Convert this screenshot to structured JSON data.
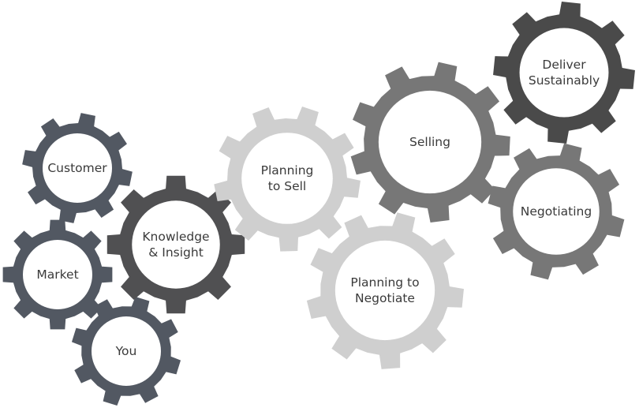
{
  "gears": [
    {
      "id": "customer",
      "lines": [
        "Customer"
      ],
      "color": "#525862"
    },
    {
      "id": "market",
      "lines": [
        "Market"
      ],
      "color": "#525862"
    },
    {
      "id": "you",
      "lines": [
        "You"
      ],
      "color": "#525862"
    },
    {
      "id": "knowledge-insight",
      "lines": [
        "Knowledge",
        "& Insight"
      ],
      "color": "#505052"
    },
    {
      "id": "planning-to-sell",
      "lines": [
        "Planning",
        "to Sell"
      ],
      "color": "#cfcfcf"
    },
    {
      "id": "planning-to-negotiate",
      "lines": [
        "Planning to",
        "Negotiate"
      ],
      "color": "#cfcfcf"
    },
    {
      "id": "selling",
      "lines": [
        "Selling"
      ],
      "color": "#777777"
    },
    {
      "id": "negotiating",
      "lines": [
        "Negotiating"
      ],
      "color": "#777777"
    },
    {
      "id": "deliver-sustainably",
      "lines": [
        "Deliver",
        "Sustainably"
      ],
      "color": "#4a4a4a"
    }
  ]
}
